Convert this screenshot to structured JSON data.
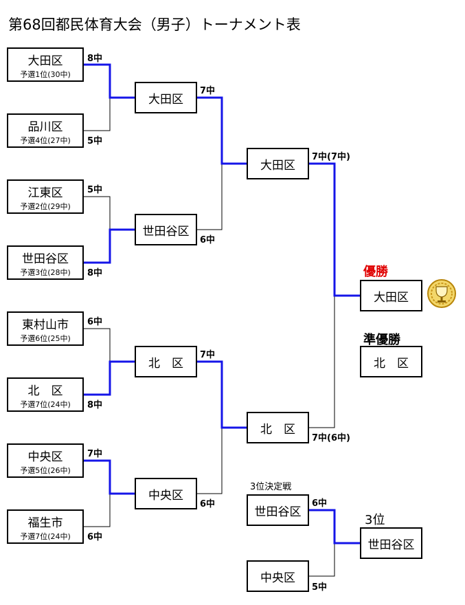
{
  "title": "第68回都民体育大会（男子）トーナメント表",
  "round1": [
    {
      "name": "大田区",
      "sub": "予選1位(30中)",
      "score": "8中"
    },
    {
      "name": "品川区",
      "sub": "予選4位(27中)",
      "score": "5中"
    },
    {
      "name": "江東区",
      "sub": "予選2位(29中)",
      "score": "5中"
    },
    {
      "name": "世田谷区",
      "sub": "予選3位(28中)",
      "score": "8中"
    },
    {
      "name": "東村山市",
      "sub": "予選6位(25中)",
      "score": "6中"
    },
    {
      "name": "北　区",
      "sub": "予選7位(24中)",
      "score": "8中"
    },
    {
      "name": "中央区",
      "sub": "予選5位(26中)",
      "score": "7中"
    },
    {
      "name": "福生市",
      "sub": "予選7位(24中)",
      "score": "6中"
    }
  ],
  "round2": [
    {
      "name": "大田区",
      "score": "7中"
    },
    {
      "name": "世田谷区",
      "score": "6中"
    },
    {
      "name": "北　区",
      "score": "7中"
    },
    {
      "name": "中央区",
      "score": "6中"
    }
  ],
  "semis": [
    {
      "name": "大田区",
      "score": "7中(7中)"
    },
    {
      "name": "北　区",
      "score": "7中(6中)"
    }
  ],
  "results": {
    "champion_label": "優勝",
    "champion": "大田区",
    "runnerup_label": "準優勝",
    "runnerup": "北　区",
    "third_label": "3位",
    "third": "世田谷区"
  },
  "third_place_match": {
    "label": "3位決定戦",
    "teams": [
      {
        "name": "世田谷区",
        "score": "6中"
      },
      {
        "name": "中央区",
        "score": "5中"
      }
    ]
  },
  "colors": {
    "winner_line": "#1515e8",
    "loser_line": "#000000",
    "champion_label": "#e00000",
    "trophy": "#d4a017"
  }
}
